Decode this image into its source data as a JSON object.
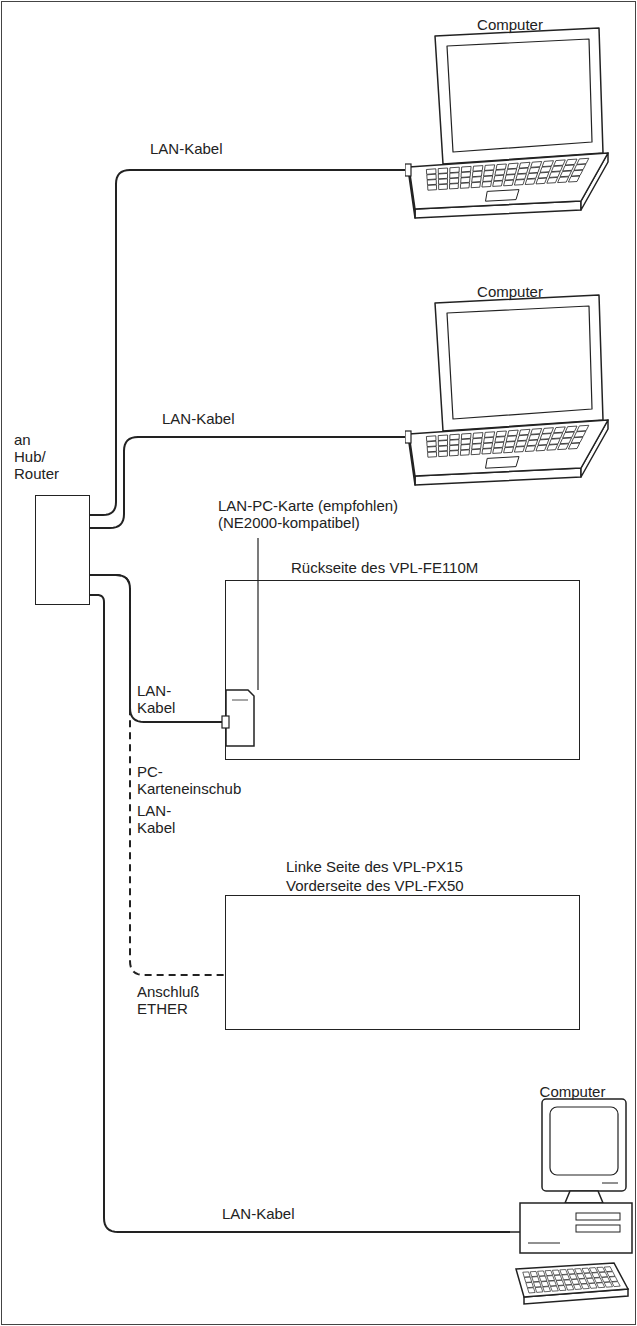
{
  "diagram": {
    "nodes": [
      {
        "text": [
          "Computer"
        ]
      },
      {
        "text": [
          "Computer"
        ]
      },
      {
        "text": [
          "an Hub/ Router"
        ]
      },
      {
        "text": [
          "Rückseite des VPL-FE110M"
        ]
      },
      {
        "text": [
          "Linke Seite des VPL-PX15",
          "Vorderseite des VPL-FX50"
        ]
      },
      {
        "text": [
          "Computer"
        ]
      }
    ],
    "edges": [
      {
        "from": 2,
        "to": 0,
        "arrow": "none",
        "label": "LAN-Kabel"
      },
      {
        "from": 2,
        "to": 1,
        "arrow": "none",
        "label": "LAN-Kabel"
      },
      {
        "from": 2,
        "to": 3,
        "arrow": "none",
        "label": "LAN- Kabel"
      },
      {
        "from": 2,
        "to": 4,
        "arrow": "none",
        "label": "LAN- Kabel"
      },
      {
        "from": 2,
        "to": 5,
        "arrow": "none",
        "label": "LAN-Kabel"
      }
    ],
    "labels": [
      "LAN-PC-Karte (empfohlen) (NE2000-kompatibel)",
      "PC- Karteneinschub",
      "Anschluß ETHER"
    ]
  }
}
